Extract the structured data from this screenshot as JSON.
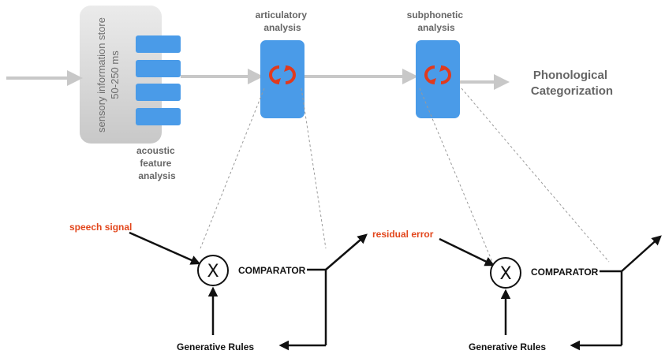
{
  "sensory_store": {
    "line1": "sensory information store",
    "line2": "50-250 ms"
  },
  "acoustic_label": [
    "acoustic",
    "feature",
    "analysis"
  ],
  "articulatory_label": [
    "articulatory",
    "analysis"
  ],
  "subphonetic_label": [
    "subphonetic",
    "analysis"
  ],
  "phonological_label": [
    "Phonological",
    "Categorization"
  ],
  "left_loop": {
    "input": "speech signal",
    "operator": "X",
    "comparator": "COMPARATOR",
    "rules": "Generative Rules"
  },
  "right_loop": {
    "input": "residual error",
    "operator": "X",
    "comparator": "COMPARATOR",
    "rules": "Generative Rules"
  },
  "colors": {
    "blue_box": "#4a9be8",
    "grey_store": "#cfcfcf",
    "cycle_arrows": "#e03a1e",
    "flow_arrow": "#c8c8c8",
    "red_text": "#e2461c"
  },
  "icons": {
    "cycle": "circular-arrows-icon",
    "multiply": "multiply-operator-icon"
  }
}
